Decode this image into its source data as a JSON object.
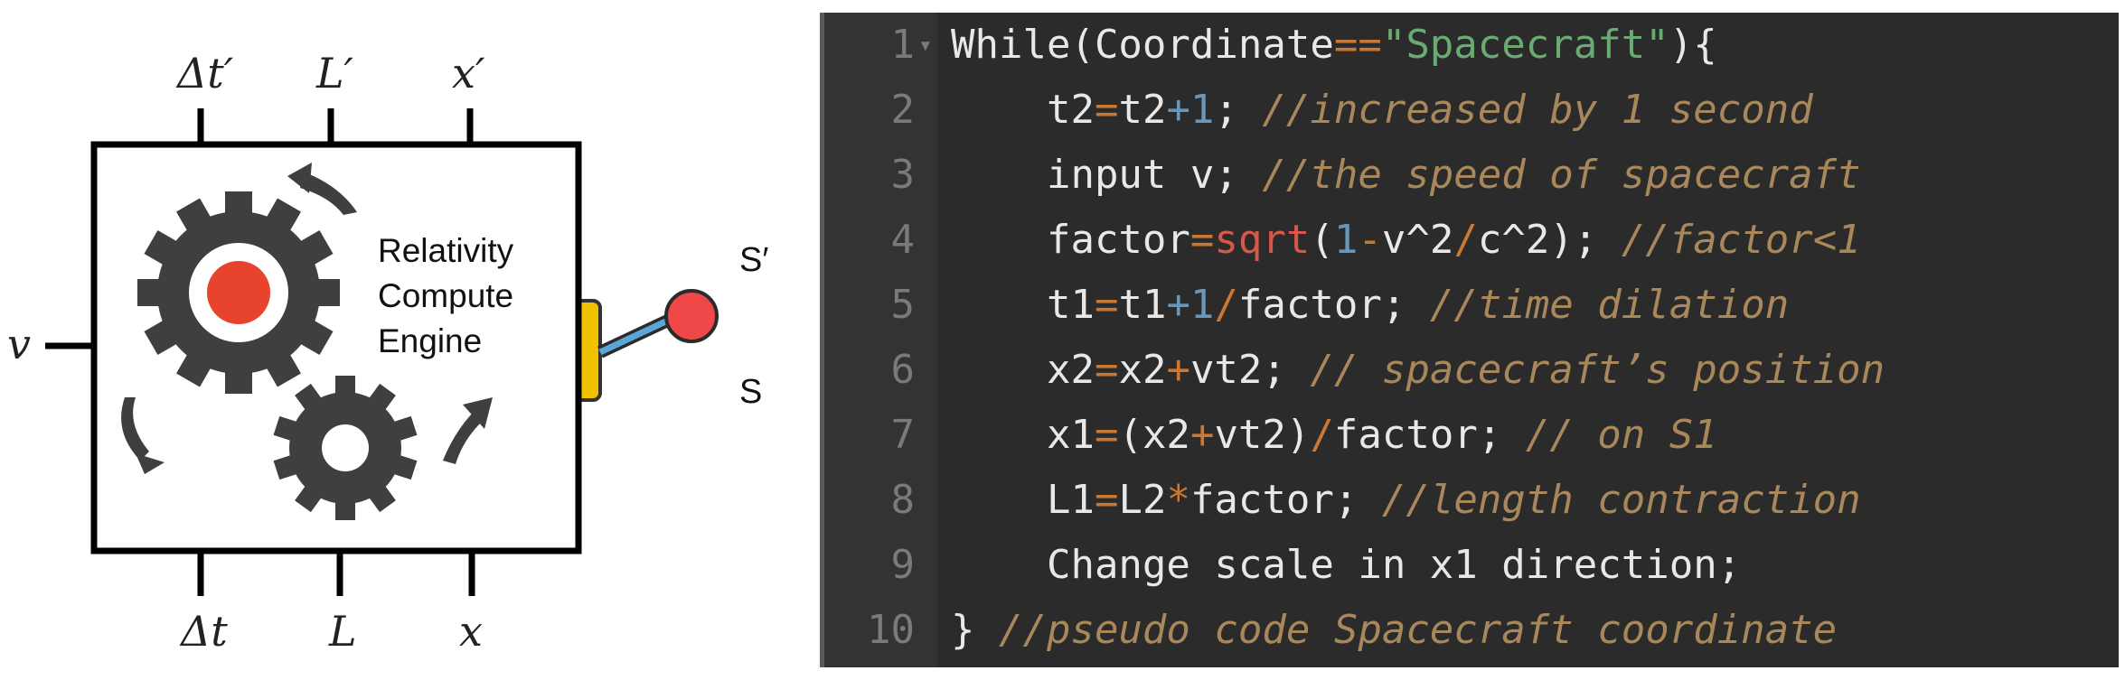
{
  "diagram": {
    "top_labels": [
      "Δt′",
      "L′",
      "x′"
    ],
    "bottom_labels": [
      "Δt",
      "L",
      "x"
    ],
    "input_label": "v",
    "frame_labels": [
      "S′",
      "S"
    ],
    "engine_label": [
      "Relativity",
      "Compute",
      "Engine"
    ],
    "icons": [
      "large-gear-icon",
      "small-gear-icon",
      "rotation-arrow-icon",
      "lever-knob-icon"
    ],
    "colors": {
      "gear": "#3f3f3f",
      "gear_center": "#e8432c",
      "knob": "#f04848",
      "lever_base": "#f2c200",
      "stick": "#5ba6d6"
    }
  },
  "editor": {
    "colors": {
      "background": "#2b2b2b",
      "gutter": "#313335",
      "line_number": "#7a7a7a",
      "text": "#e8e8e8",
      "operator": "#cc7832",
      "string": "#6aab73",
      "number": "#6897bb",
      "function": "#d7574b",
      "comment": "#a8885a"
    },
    "lines": [
      {
        "n": "1",
        "fold": "▾",
        "tokens": [
          {
            "t": "While(Coordinate",
            "c": "tx"
          },
          {
            "t": "==",
            "c": "op"
          },
          {
            "t": "\"Spacecraft\"",
            "c": "str"
          },
          {
            "t": "){",
            "c": "tx"
          }
        ]
      },
      {
        "n": "2",
        "tokens": [
          {
            "t": "    t2",
            "c": "tx"
          },
          {
            "t": "=",
            "c": "op"
          },
          {
            "t": "t2",
            "c": "tx"
          },
          {
            "t": "+1",
            "c": "num"
          },
          {
            "t": "; ",
            "c": "tx"
          },
          {
            "t": "//increased by 1 second",
            "c": "cm"
          }
        ]
      },
      {
        "n": "3",
        "tokens": [
          {
            "t": "    input v; ",
            "c": "tx"
          },
          {
            "t": "//the speed of spacecraft",
            "c": "cm"
          }
        ]
      },
      {
        "n": "4",
        "tokens": [
          {
            "t": "    factor",
            "c": "tx"
          },
          {
            "t": "=",
            "c": "op"
          },
          {
            "t": "sqrt",
            "c": "fn"
          },
          {
            "t": "(",
            "c": "tx"
          },
          {
            "t": "1",
            "c": "num"
          },
          {
            "t": "-",
            "c": "op"
          },
          {
            "t": "v^2",
            "c": "tx"
          },
          {
            "t": "/",
            "c": "op"
          },
          {
            "t": "c^2",
            "c": "tx"
          },
          {
            "t": "); ",
            "c": "tx"
          },
          {
            "t": "//factor<1",
            "c": "cm"
          }
        ]
      },
      {
        "n": "5",
        "tokens": [
          {
            "t": "    t1",
            "c": "tx"
          },
          {
            "t": "=",
            "c": "op"
          },
          {
            "t": "t1",
            "c": "tx"
          },
          {
            "t": "+1",
            "c": "num"
          },
          {
            "t": "/",
            "c": "op"
          },
          {
            "t": "factor; ",
            "c": "tx"
          },
          {
            "t": "//time dilation",
            "c": "cm"
          }
        ]
      },
      {
        "n": "6",
        "tokens": [
          {
            "t": "    x2",
            "c": "tx"
          },
          {
            "t": "=",
            "c": "op"
          },
          {
            "t": "x2",
            "c": "tx"
          },
          {
            "t": "+",
            "c": "op"
          },
          {
            "t": "vt2; ",
            "c": "tx"
          },
          {
            "t": "// spacecraft’s position",
            "c": "cm"
          }
        ]
      },
      {
        "n": "7",
        "tokens": [
          {
            "t": "    x1",
            "c": "tx"
          },
          {
            "t": "=",
            "c": "op"
          },
          {
            "t": "(x2",
            "c": "tx"
          },
          {
            "t": "+",
            "c": "op"
          },
          {
            "t": "vt2)",
            "c": "tx"
          },
          {
            "t": "/",
            "c": "op"
          },
          {
            "t": "factor; ",
            "c": "tx"
          },
          {
            "t": "// on S1",
            "c": "cm"
          }
        ]
      },
      {
        "n": "8",
        "tokens": [
          {
            "t": "    L1",
            "c": "tx"
          },
          {
            "t": "=",
            "c": "op"
          },
          {
            "t": "L2",
            "c": "tx"
          },
          {
            "t": "*",
            "c": "op"
          },
          {
            "t": "factor; ",
            "c": "tx"
          },
          {
            "t": "//length contraction",
            "c": "cm"
          }
        ]
      },
      {
        "n": "9",
        "tokens": [
          {
            "t": "    Change scale in x1 direction;",
            "c": "tx"
          }
        ]
      },
      {
        "n": "10",
        "tokens": [
          {
            "t": "} ",
            "c": "tx"
          },
          {
            "t": "//pseudo code Spacecraft coordinate",
            "c": "cm"
          }
        ]
      }
    ]
  }
}
